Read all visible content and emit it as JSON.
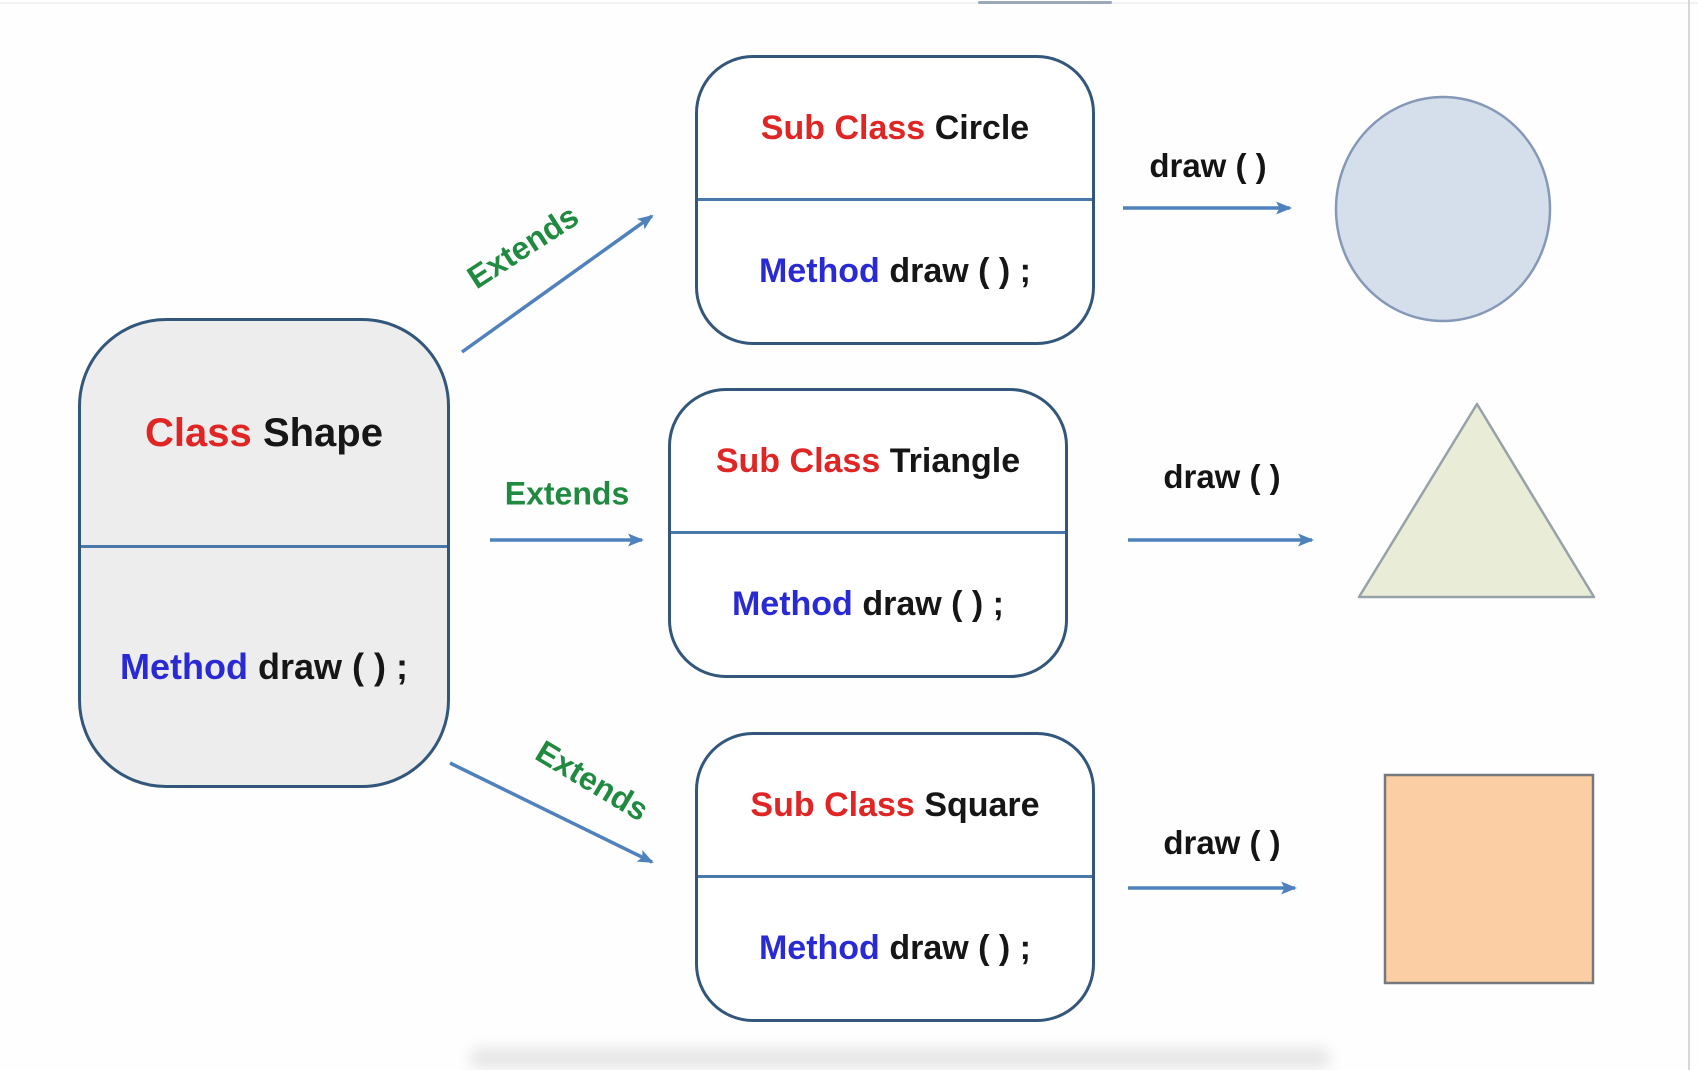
{
  "base_class": {
    "keyword": "Class",
    "name": "Shape",
    "method_keyword": "Method",
    "method_body": "draw ( ) ;"
  },
  "subclasses": [
    {
      "keyword": "Sub Class",
      "name": "Circle",
      "method_keyword": "Method",
      "method_body": "draw ( ) ;",
      "relation_label": "Extends",
      "call_label": "draw ( )",
      "result_shape": "circle"
    },
    {
      "keyword": "Sub Class",
      "name": "Triangle",
      "method_keyword": "Method",
      "method_body": "draw ( ) ;",
      "relation_label": "Extends",
      "call_label": "draw ( )",
      "result_shape": "triangle"
    },
    {
      "keyword": "Sub Class",
      "name": "Square",
      "method_keyword": "Method",
      "method_body": "draw ( ) ;",
      "relation_label": "Extends",
      "call_label": "draw ( )",
      "result_shape": "square"
    }
  ],
  "colors": {
    "class_keyword_red": "#e02525",
    "method_keyword_blue": "#2a2ad4",
    "extends_green": "#1f8a40",
    "arrow_blue": "#4f81bd",
    "box_border": "#33577b",
    "box_divider": "#4a78ab",
    "base_box_fill": "#ededee",
    "circle_fill": "#d5dfec",
    "circle_stroke": "#8598b7",
    "triangle_fill": "#e9edd7",
    "triangle_stroke": "#97a1a8",
    "square_fill": "#fbcfa3",
    "square_stroke": "#75797e"
  }
}
